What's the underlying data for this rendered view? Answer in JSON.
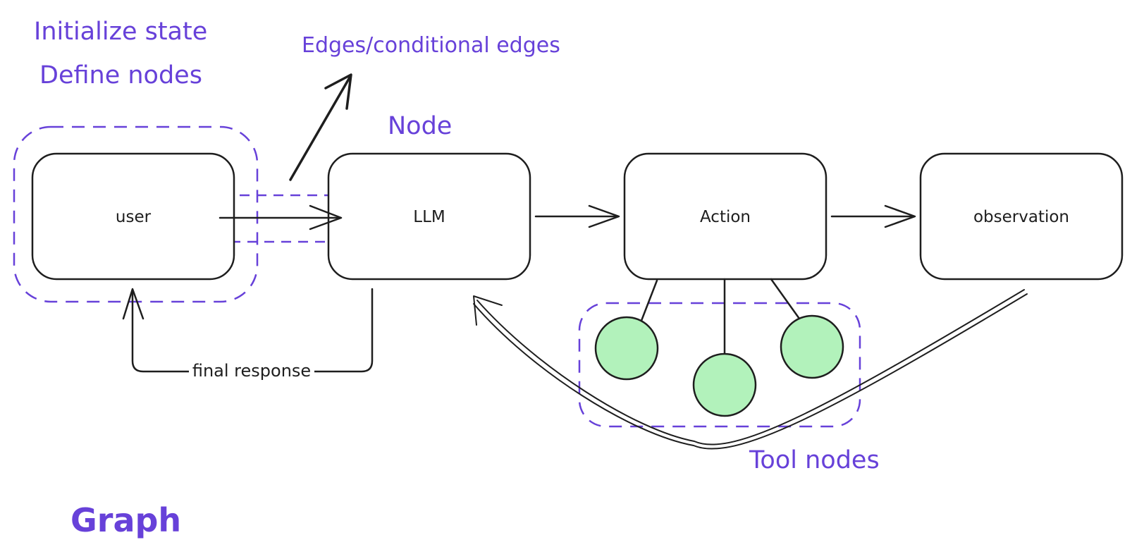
{
  "colors": {
    "accent": "#6741d9",
    "stroke": "#1e1e1e",
    "tool_fill": "#b2f2bb",
    "background": "#ffffff"
  },
  "annotations": {
    "initialize_state": "Initialize state",
    "define_nodes": "Define nodes",
    "edges": "Edges/conditional edges",
    "node": "Node",
    "tool_nodes": "Tool nodes",
    "graph": "Graph"
  },
  "nodes": {
    "user": "user",
    "llm": "LLM",
    "action": "Action",
    "observation": "observation"
  },
  "edges": {
    "final_response": "final response"
  },
  "tools": {
    "count": 3
  }
}
